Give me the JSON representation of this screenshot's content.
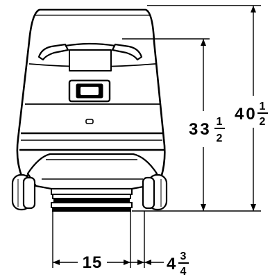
{
  "diagram": {
    "dimensions": {
      "overall_height": {
        "whole": "40",
        "num": "1",
        "den": "2"
      },
      "body_height": {
        "whole": "33",
        "num": "1",
        "den": "2"
      },
      "base_width": {
        "value": "15"
      },
      "wheel_offset": {
        "whole": "4",
        "num": "3",
        "den": "4"
      }
    }
  }
}
